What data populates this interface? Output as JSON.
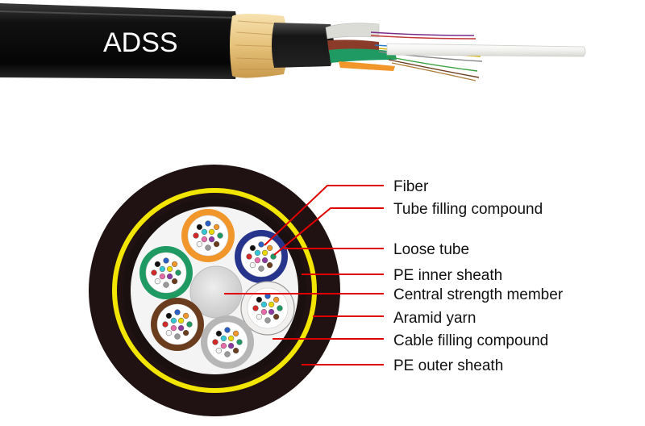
{
  "cable": {
    "brand_label": "ADSS"
  },
  "callouts": [
    {
      "label": "Fiber"
    },
    {
      "label": "Tube filling compound"
    },
    {
      "label": "Loose tube"
    },
    {
      "label": "PE inner sheath"
    },
    {
      "label": "Central strength member"
    },
    {
      "label": "Aramid yarn"
    },
    {
      "label": "Cable filling compound"
    },
    {
      "label": "PE outer sheath"
    }
  ],
  "colors": {
    "outer_sheath": "#201212",
    "aramid_yarn": "#f2e500",
    "inner_sheath": "#1a1010",
    "filling": "#f4f4f4",
    "callout_line": "#e00000",
    "tube_blue": "#27348b",
    "tube_orange": "#f0962a",
    "tube_green": "#1f9a63",
    "tube_brown": "#6b3d1f",
    "tube_gray": "#b6b6b6",
    "tube_white": "#f2f0ee"
  }
}
